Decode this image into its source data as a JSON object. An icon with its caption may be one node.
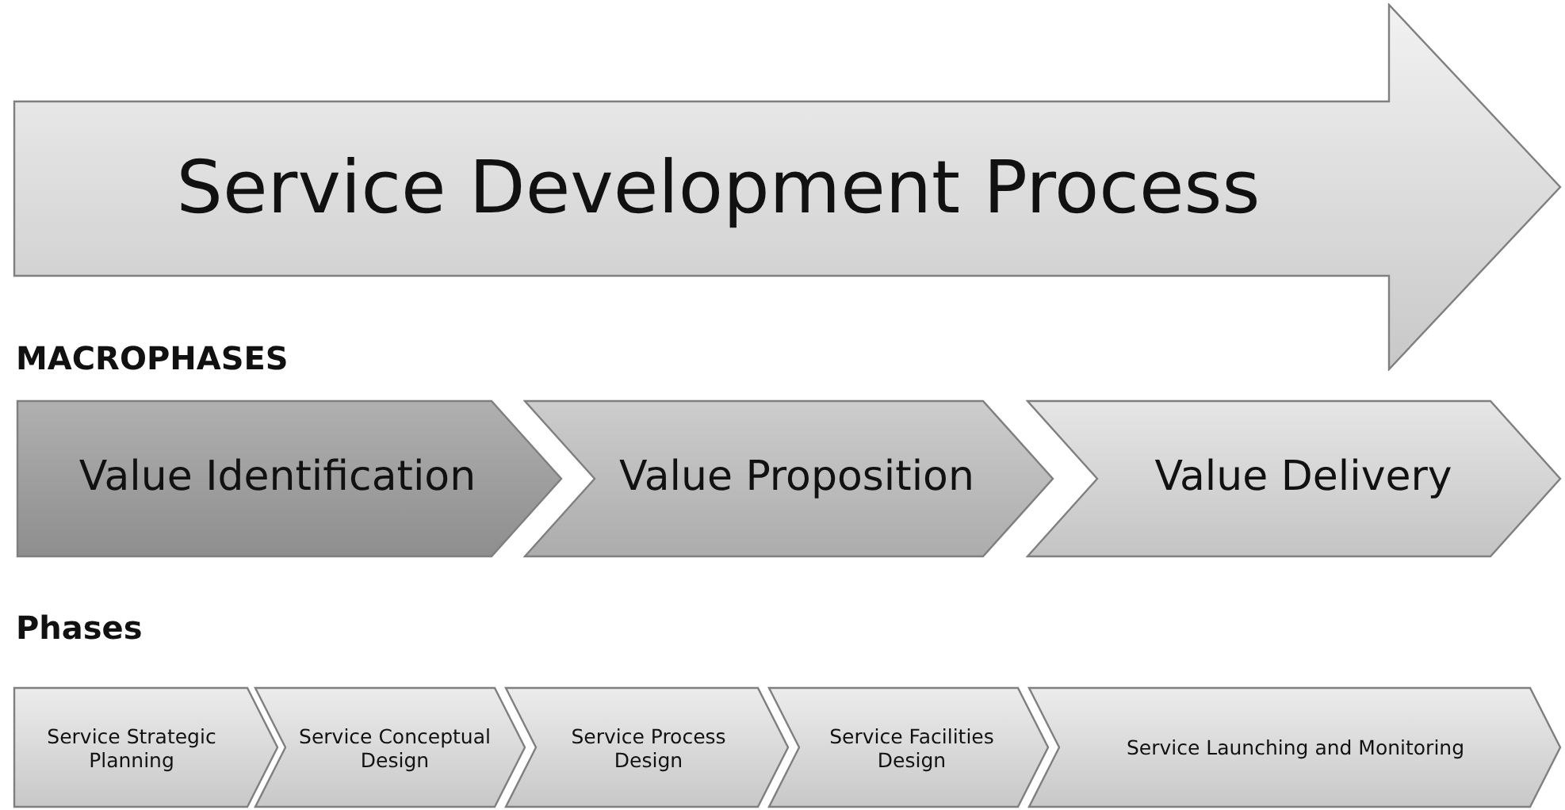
{
  "diagram": {
    "nodes": [
      {
        "text": [
          "Service Development Process"
        ]
      },
      {
        "text": [
          "Value Identification"
        ]
      },
      {
        "text": [
          "Value Proposition"
        ]
      },
      {
        "text": [
          "Value Delivery"
        ]
      },
      {
        "text": [
          "Service Strategic Planning"
        ]
      },
      {
        "text": [
          "Service Conceptual Design"
        ]
      },
      {
        "text": [
          "Service Process Design"
        ]
      },
      {
        "text": [
          "Service Facilities Design"
        ]
      },
      {
        "text": [
          "Service Launching and Monitoring"
        ]
      }
    ],
    "labels": [
      "MACROPHASES",
      "Phases"
    ]
  }
}
